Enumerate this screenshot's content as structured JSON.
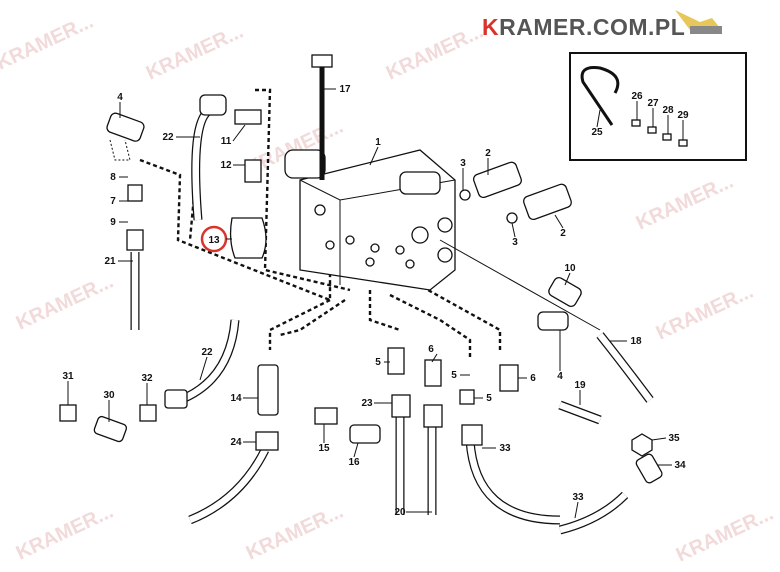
{
  "logo": {
    "first_letter": "K",
    "rest": "RAMER.COM.PL"
  },
  "watermark": "KRAMER...",
  "callouts": [
    "4",
    "22",
    "11",
    "12",
    "17",
    "1",
    "3",
    "2",
    "8",
    "7",
    "9",
    "13",
    "21",
    "3",
    "2",
    "10",
    "18",
    "22",
    "5",
    "6",
    "5",
    "6",
    "4",
    "19",
    "31",
    "32",
    "30",
    "14",
    "23",
    "5",
    "24",
    "15",
    "16",
    "33",
    "35",
    "34",
    "33",
    "20",
    "26",
    "27",
    "28",
    "29",
    "25"
  ],
  "highlighted_callout": "13",
  "colors": {
    "highlight": "#d9342b",
    "logo_red": "#d9342b",
    "logo_gray": "#555555"
  }
}
